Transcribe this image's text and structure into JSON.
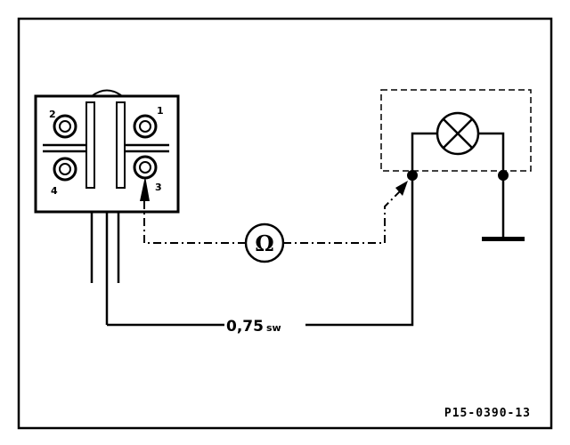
{
  "diagram": {
    "pins": [
      "2",
      "1",
      "4",
      "3"
    ],
    "wire_label": {
      "main": "0,75",
      "sub": "sw"
    },
    "meter_symbol": "Ω",
    "figure_ref": "P15-0390-13"
  }
}
